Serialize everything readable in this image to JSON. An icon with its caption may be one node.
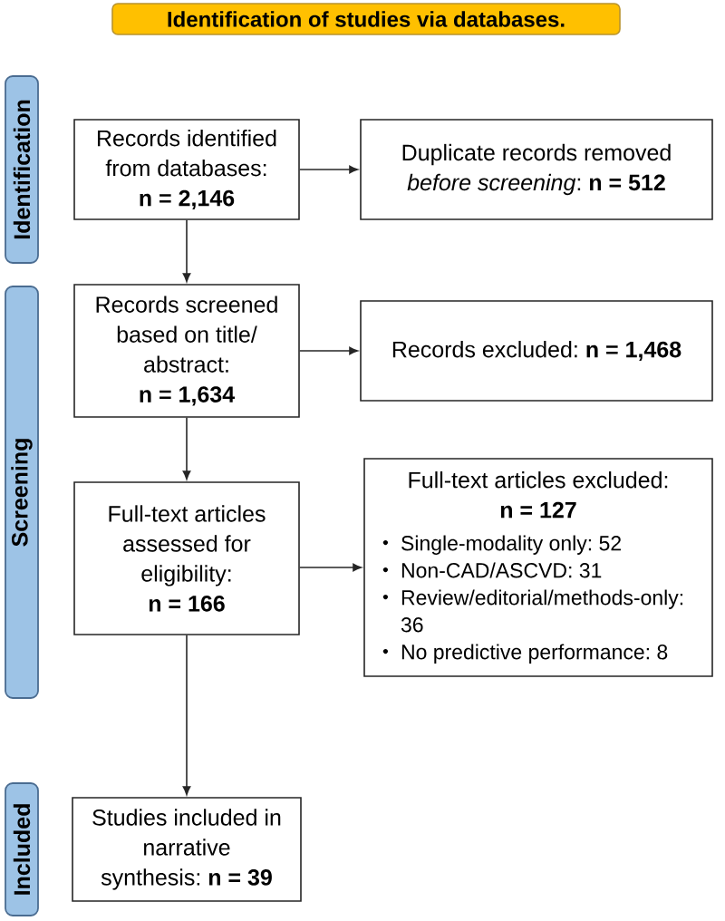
{
  "diagram": {
    "title": "Identification of studies via databases.",
    "nodes": [
      {
        "text": [
          "Identification"
        ]
      },
      {
        "text": [
          "Records identified from databases:",
          "n = 2,146"
        ]
      },
      {
        "text": [
          "Duplicate records removed *before screening*: **n = 512**"
        ]
      },
      {
        "text": [
          "Screening"
        ]
      },
      {
        "text": [
          "Records screened based on title/ abstract:",
          "n = 1,634"
        ]
      },
      {
        "text": [
          "Records excluded: **n = 1,468**"
        ]
      },
      {
        "text": [
          "Full-text articles assessed for eligibility:",
          "n = 166"
        ]
      },
      {
        "text": [
          "Full-text articles excluded:",
          "n = 127",
          "Single-modality only: 52",
          "Non-CAD/ASCVD: 31",
          "Review/editorial/methods-only: 36",
          "No predictive performance: 8"
        ]
      },
      {
        "text": [
          "Included"
        ]
      },
      {
        "text": [
          "Studies included in narrative synthesis: **n = 39**"
        ]
      }
    ],
    "edges": [
      {
        "from": 1,
        "to": 2,
        "arrow": "to"
      },
      {
        "from": 1,
        "to": 4,
        "arrow": "to"
      },
      {
        "from": 4,
        "to": 5,
        "arrow": "to"
      },
      {
        "from": 4,
        "to": 6,
        "arrow": "to"
      },
      {
        "from": 6,
        "to": 7,
        "arrow": "to"
      },
      {
        "from": 6,
        "to": 9,
        "arrow": "to"
      }
    ]
  }
}
